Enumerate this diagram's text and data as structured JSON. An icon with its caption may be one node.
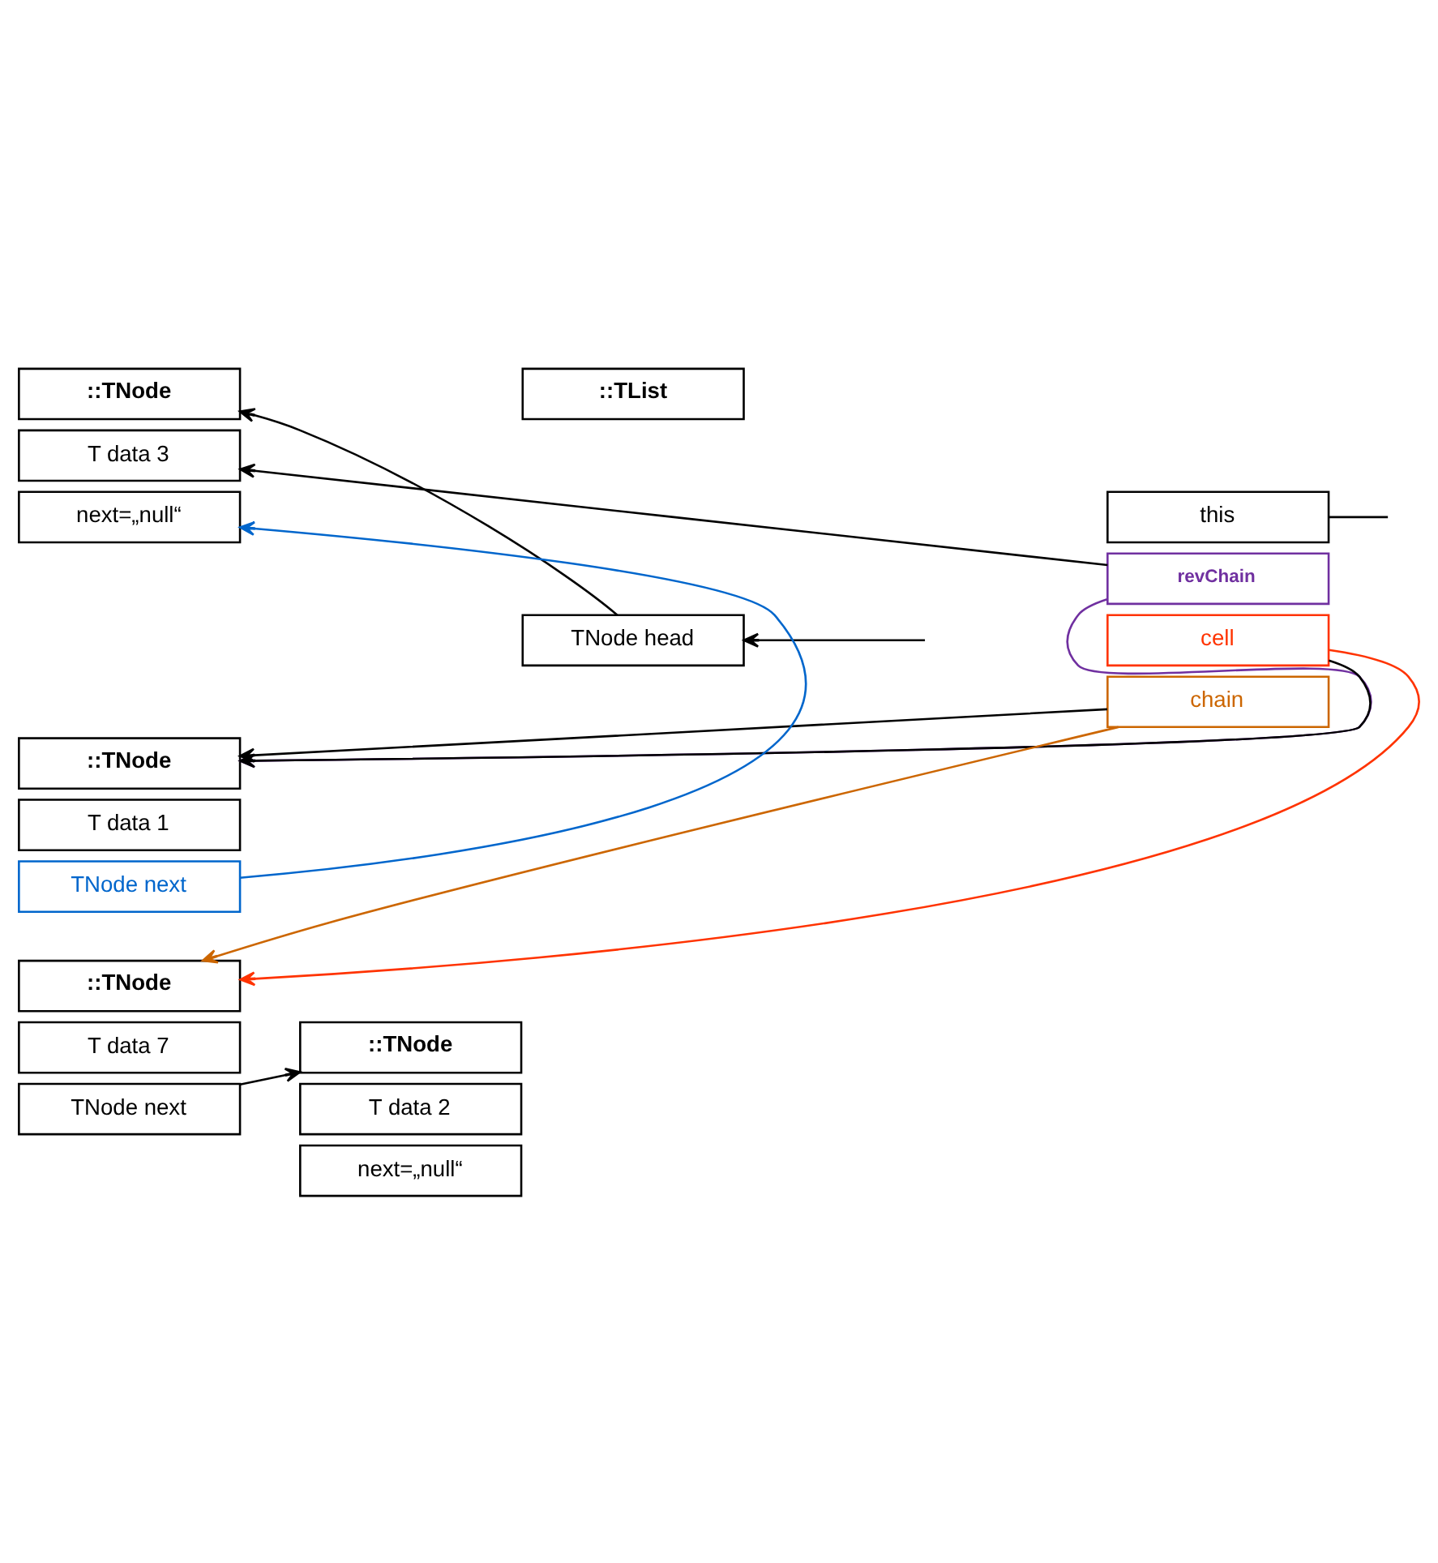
{
  "diagram": {
    "nodes": [
      {
        "text": [
          "::TList"
        ]
      },
      {
        "text": [
          "TNode head"
        ]
      },
      {
        "text": [
          "::TNode"
        ]
      },
      {
        "text": [
          "T data 3"
        ]
      },
      {
        "text": [
          "next=„null“"
        ]
      },
      {
        "text": [
          "this"
        ]
      },
      {
        "text": [
          "revChain"
        ]
      },
      {
        "text": [
          "cell"
        ]
      },
      {
        "text": [
          "chain"
        ]
      },
      {
        "text": [
          "::TNode"
        ]
      },
      {
        "text": [
          "T data 1"
        ]
      },
      {
        "text": [
          "TNode next"
        ]
      },
      {
        "text": [
          "::TNode"
        ]
      },
      {
        "text": [
          "T data 7"
        ]
      },
      {
        "text": [
          "TNode next"
        ]
      },
      {
        "text": [
          "::TNode"
        ]
      },
      {
        "text": [
          "T data 2"
        ]
      },
      {
        "text": [
          "next=„null“"
        ]
      }
    ],
    "edges": [
      {
        "from": null,
        "to": 1,
        "arrow": "to"
      },
      {
        "from": 1,
        "to": 2,
        "arrow": "to"
      },
      {
        "from": 5,
        "to": null,
        "arrow": "none"
      },
      {
        "from": 6,
        "to": 3,
        "arrow": "to"
      },
      {
        "from": 6,
        "to": 9,
        "arrow": "to",
        "color": "#7030a0"
      },
      {
        "from": 7,
        "to": 9,
        "arrow": "to"
      },
      {
        "from": 7,
        "to": 12,
        "arrow": "to",
        "color": "#ff3300"
      },
      {
        "from": 8,
        "to": 9,
        "arrow": "to"
      },
      {
        "from": 8,
        "to": 12,
        "arrow": "to",
        "color": "#cc6600"
      },
      {
        "from": 11,
        "to": 4,
        "arrow": "to",
        "color": "#0066cc"
      },
      {
        "from": 14,
        "to": 15,
        "arrow": "to"
      }
    ]
  }
}
